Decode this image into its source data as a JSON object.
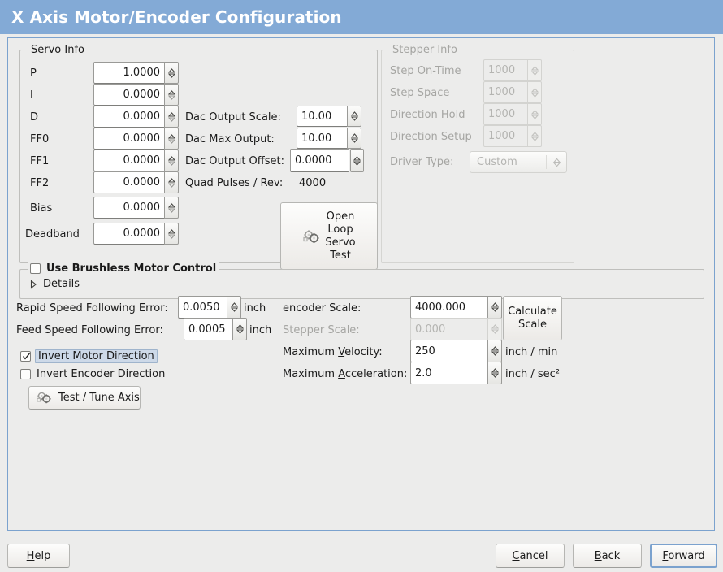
{
  "window": {
    "title": "X Axis Motor/Encoder Configuration",
    "title_bg": "#83aad6",
    "title_fg": "#ffffff",
    "body_bg": "#ececeb",
    "focus_border": "#7ba2ce"
  },
  "servo_info": {
    "legend": "Servo Info",
    "rows": [
      {
        "label": "P",
        "value": "1.0000"
      },
      {
        "label": "I",
        "value": "0.0000"
      },
      {
        "label": "D",
        "value": "0.0000"
      },
      {
        "label": "FF0",
        "value": "0.0000"
      },
      {
        "label": "FF1",
        "value": "0.0000"
      },
      {
        "label": "FF2",
        "value": "0.0000"
      },
      {
        "label": "Bias",
        "value": "0.0000"
      },
      {
        "label": "Deadband",
        "value": "0.0000"
      }
    ],
    "dac": [
      {
        "label": "Dac Output Scale:",
        "value": "10.00"
      },
      {
        "label": "Dac Max Output:",
        "value": "10.00"
      },
      {
        "label": "Dac Output Offset:",
        "value": "0.0000"
      }
    ],
    "quad_pulses_label": "Quad Pulses / Rev:",
    "quad_pulses_value": "4000",
    "open_loop_button": [
      "Open",
      "Loop",
      "Servo",
      "Test"
    ]
  },
  "stepper_info": {
    "legend": "Stepper Info",
    "disabled": true,
    "rows": [
      {
        "label": "Step On-Time",
        "value": "1000"
      },
      {
        "label": "Step Space",
        "value": "1000"
      },
      {
        "label": "Direction Hold",
        "value": "1000"
      },
      {
        "label": "Direction Setup",
        "value": "1000"
      }
    ],
    "driver_type_label": "Driver Type:",
    "driver_type_value": "Custom"
  },
  "brushless": {
    "checkbox_label": "Use Brushless Motor Control",
    "checked": false,
    "details_label": "Details",
    "details_expanded": false
  },
  "tuning": {
    "rapid_error_label": "Rapid Speed Following Error:",
    "rapid_error_value": "0.0050",
    "rapid_error_unit": "inch",
    "feed_error_label": "Feed Speed Following Error:",
    "feed_error_value": "0.0005",
    "feed_error_unit": "inch",
    "invert_motor_label": "Invert Motor Direction",
    "invert_motor_checked": true,
    "invert_encoder_label": "Invert Encoder Direction",
    "invert_encoder_checked": false,
    "test_tune_label": "Test / Tune Axis"
  },
  "scales": {
    "encoder_scale_label": "encoder Scale:",
    "encoder_scale_value": "4000.000",
    "stepper_scale_label": "Stepper Scale:",
    "stepper_scale_value": "0.000",
    "stepper_scale_disabled": true,
    "calculate_button": [
      "Calculate",
      "Scale"
    ],
    "max_velocity_label_pre": "Maximum ",
    "max_velocity_label_key": "V",
    "max_velocity_label_post": "elocity:",
    "max_velocity_value": "250",
    "max_velocity_unit": "inch / min",
    "max_accel_label_pre": "Maximum ",
    "max_accel_label_key": "A",
    "max_accel_label_post": "cceleration:",
    "max_accel_value": "2.0",
    "max_accel_unit": "inch / sec²"
  },
  "actions": {
    "help": {
      "pre": "",
      "key": "H",
      "post": "elp"
    },
    "cancel": {
      "pre": "",
      "key": "C",
      "post": "ancel"
    },
    "back": {
      "pre": "",
      "key": "B",
      "post": "ack"
    },
    "forward": {
      "pre": "",
      "key": "F",
      "post": "orward",
      "focused": true
    }
  }
}
